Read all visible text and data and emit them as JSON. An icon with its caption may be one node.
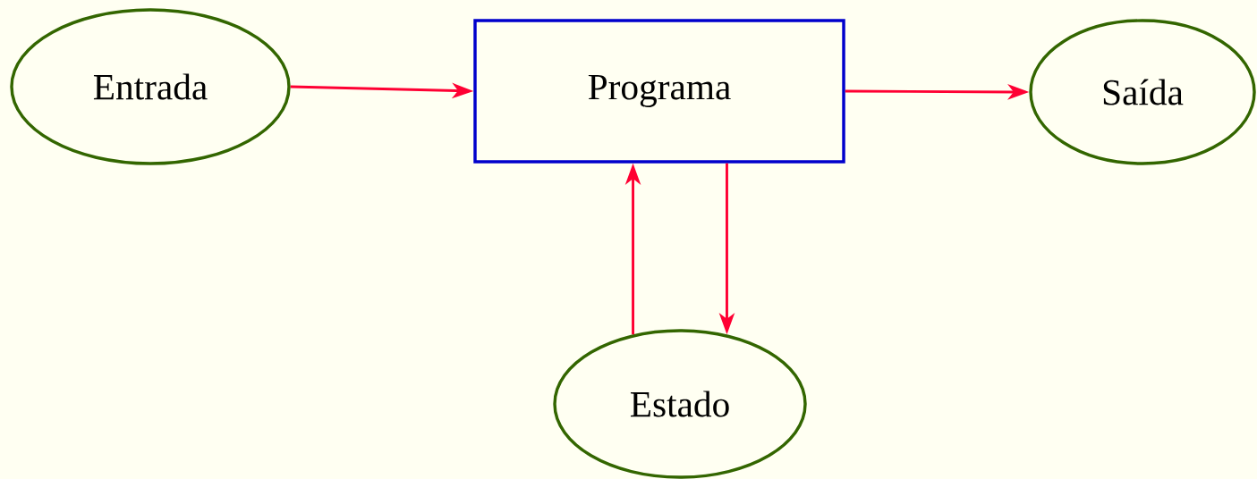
{
  "diagram": {
    "nodes": [
      {
        "text": [
          "Entrada"
        ]
      },
      {
        "text": [
          "Programa"
        ]
      },
      {
        "text": [
          "Saída"
        ]
      },
      {
        "text": [
          "Estado"
        ]
      }
    ],
    "edges": [
      {
        "from": 0,
        "to": 1,
        "arrow": "to"
      },
      {
        "from": 1,
        "to": 2,
        "arrow": "to"
      },
      {
        "from": 3,
        "to": 1,
        "arrow": "to"
      },
      {
        "from": 1,
        "to": 3,
        "arrow": "to"
      }
    ]
  }
}
